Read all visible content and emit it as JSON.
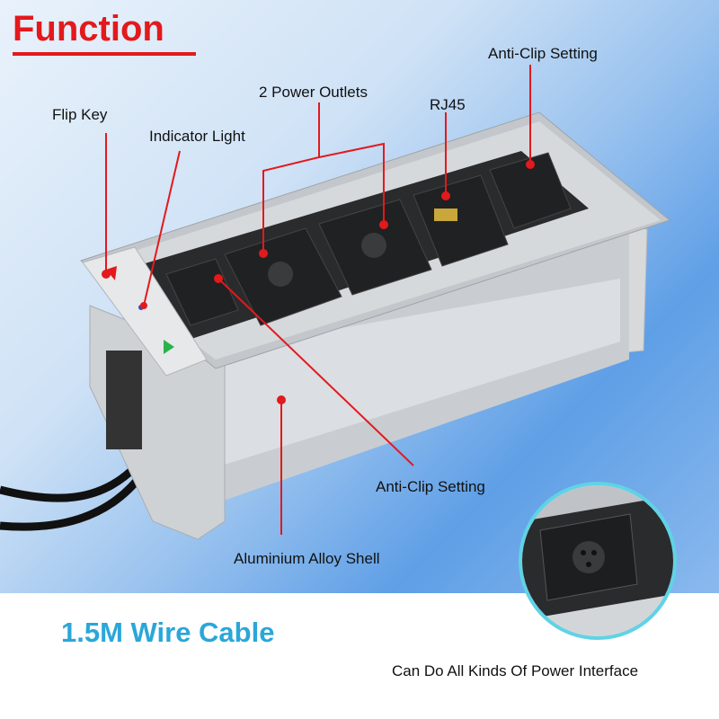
{
  "title": "Function",
  "labels": {
    "flip_key": "Flip Key",
    "indicator_light": "Indicator Light",
    "power_outlets": "2 Power Outlets",
    "rj45": "RJ45",
    "anti_clip_top": "Anti-Clip Setting",
    "anti_clip_bottom": "Anti-Clip Setting",
    "shell": "Aluminium Alloy Shell"
  },
  "cable_text": "1.5M Wire Cable",
  "bottom_text": "Can Do All Kinds Of Power Interface",
  "colors": {
    "title": "#e3191c",
    "cable_text": "#2aa7d9",
    "callout_line": "#e3191c",
    "inset_border": "#5fd3e6"
  }
}
